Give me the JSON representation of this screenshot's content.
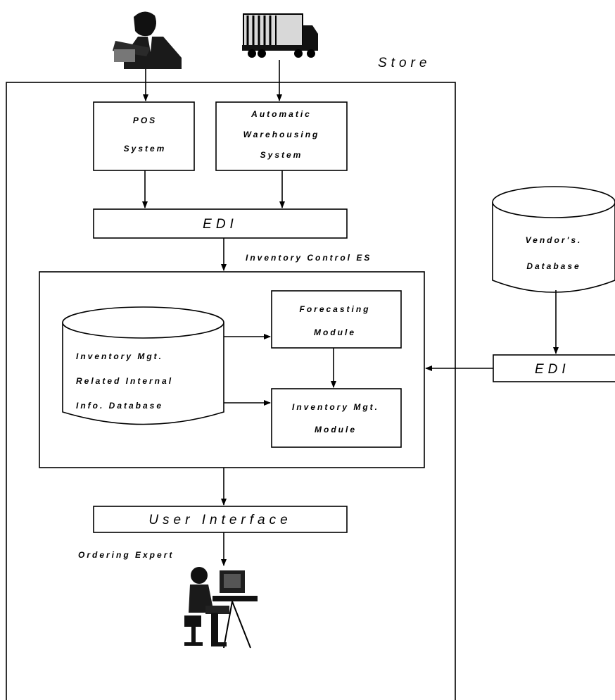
{
  "store_label": "Store",
  "pos_system": {
    "line1": "POS",
    "line2": "System"
  },
  "warehouse_system": {
    "line1": "Automatic",
    "line2": "Warehousing",
    "line3": "System"
  },
  "edi_top": "EDI",
  "inventory_control_es": "Inventory Control ES",
  "internal_database": {
    "line1": "Inventory Mgt.",
    "line2": "Related Internal",
    "line3": "Info. Database"
  },
  "forecasting_module": {
    "line1": "Forecasting",
    "line2": "Module"
  },
  "inventory_module": {
    "line1": "Inventory Mgt.",
    "line2": "Module"
  },
  "vendor_database": {
    "line1": "Vendor's.",
    "line2": "Database"
  },
  "edi_right": "EDI",
  "user_interface": "User Interface",
  "ordering_expert": "Ordering Expert",
  "icons": {
    "customer": "salesperson-icon",
    "truck": "truck-icon",
    "operator": "computer-operator-icon"
  }
}
